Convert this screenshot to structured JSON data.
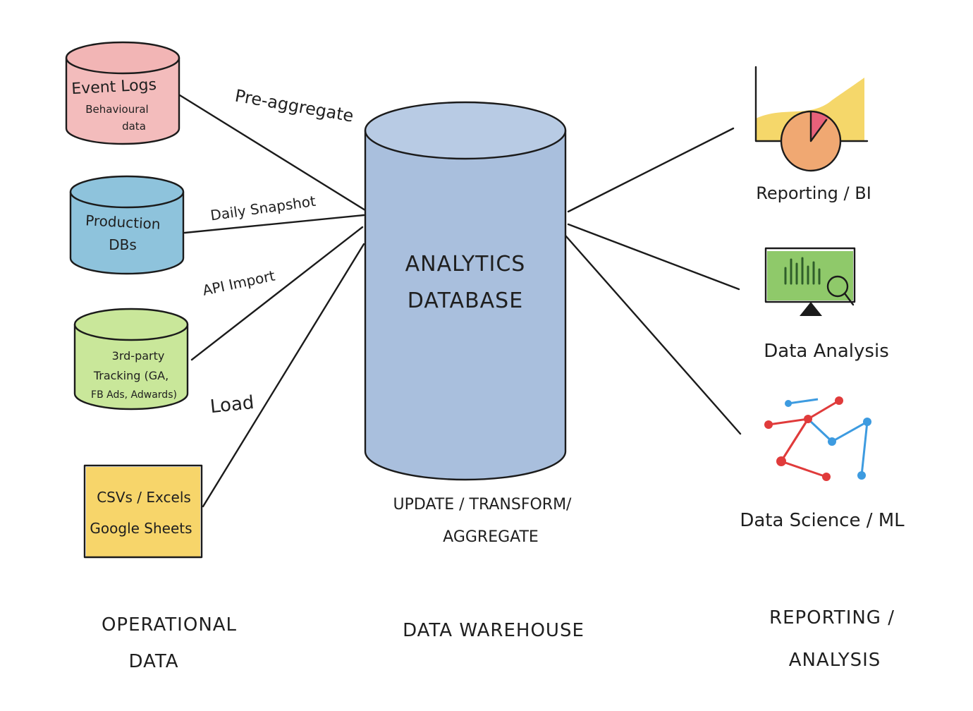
{
  "sources": {
    "event_logs": {
      "title": "Event Logs",
      "sub1": "Behavioural",
      "sub2": "data",
      "color": "#f2b5b5"
    },
    "production_dbs": {
      "line1": "Production",
      "line2": "DBs",
      "color": "#8ec3dc"
    },
    "third_party": {
      "line1": "3rd-party",
      "line2": "Tracking (GA,",
      "line3": "FB Ads, Adwards)",
      "color": "#c9e79a"
    },
    "files": {
      "line1": "CSVs / Excels",
      "line2": "Google Sheets",
      "color": "#f7d56a"
    }
  },
  "connectors": {
    "pre_aggregate": "Pre-aggregate",
    "daily_snapshot": "Daily Snapshot",
    "api_import": "API Import",
    "load": "Load"
  },
  "warehouse": {
    "line1": "ANALYTICS",
    "line2": "DATABASE",
    "process_line1": "UPDATE / TRANSFORM/",
    "process_line2": "AGGREGATE",
    "color": "#a9bfdd"
  },
  "outputs": {
    "reporting": {
      "label": "Reporting / BI",
      "chart_color": "#f5d76a",
      "clock_color": "#f0a872",
      "slice_color": "#e8617a"
    },
    "analysis": {
      "label": "Data Analysis",
      "screen_color": "#8fc96a"
    },
    "science": {
      "label": "Data Science / ML",
      "red": "#e03b3b",
      "blue": "#3d9be0"
    }
  },
  "columns": {
    "left_line1": "OPERATIONAL",
    "left_line2": "DATA",
    "middle": "DATA WAREHOUSE",
    "right_line1": "REPORTING /",
    "right_line2": "ANALYSIS"
  }
}
